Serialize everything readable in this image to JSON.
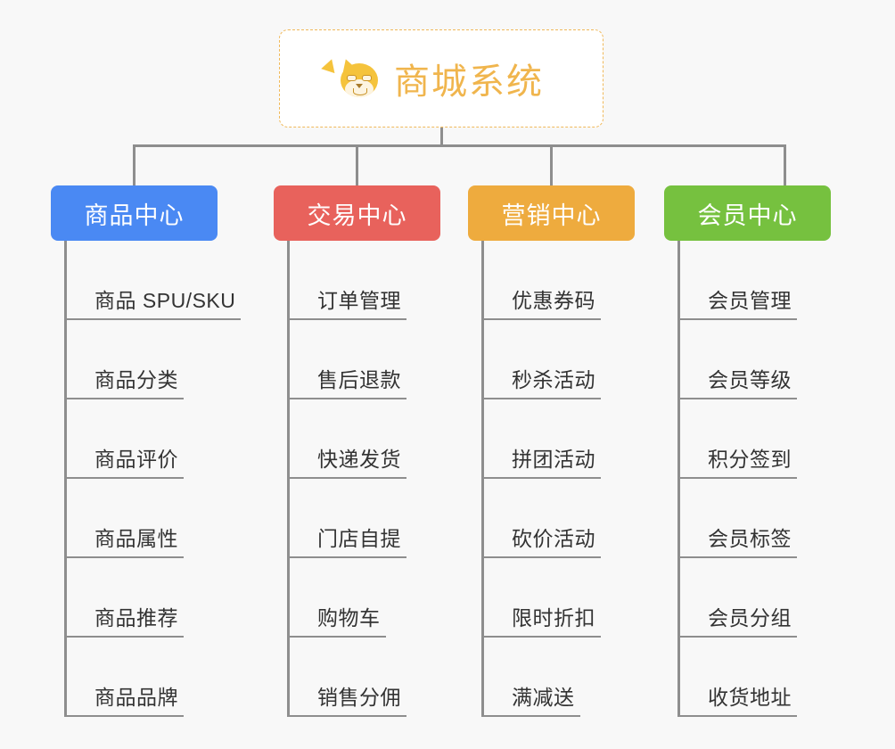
{
  "page": {
    "background_color": "#f8f8f8",
    "connector_color": "#8e8e8e",
    "leaf_text_color": "#333333"
  },
  "root": {
    "title": "商城系统",
    "icon": "dog-face-emoji",
    "text_color": "#f0b54d",
    "border_color": "#f0b95a",
    "background_color": "#ffffff"
  },
  "categories": [
    {
      "label": "商品中心",
      "color": "#4a89f3",
      "items": [
        "商品 SPU/SKU",
        "商品分类",
        "商品评价",
        "商品属性",
        "商品推荐",
        "商品品牌"
      ]
    },
    {
      "label": "交易中心",
      "color": "#e8625c",
      "items": [
        "订单管理",
        "售后退款",
        "快递发货",
        "门店自提",
        "购物车",
        "销售分佣"
      ]
    },
    {
      "label": "营销中心",
      "color": "#eeab3e",
      "items": [
        "优惠券码",
        "秒杀活动",
        "拼团活动",
        "砍价活动",
        "限时折扣",
        "满减送"
      ]
    },
    {
      "label": "会员中心",
      "color": "#76c13f",
      "items": [
        "会员管理",
        "会员等级",
        "积分签到",
        "会员标签",
        "会员分组",
        "收货地址"
      ]
    }
  ]
}
